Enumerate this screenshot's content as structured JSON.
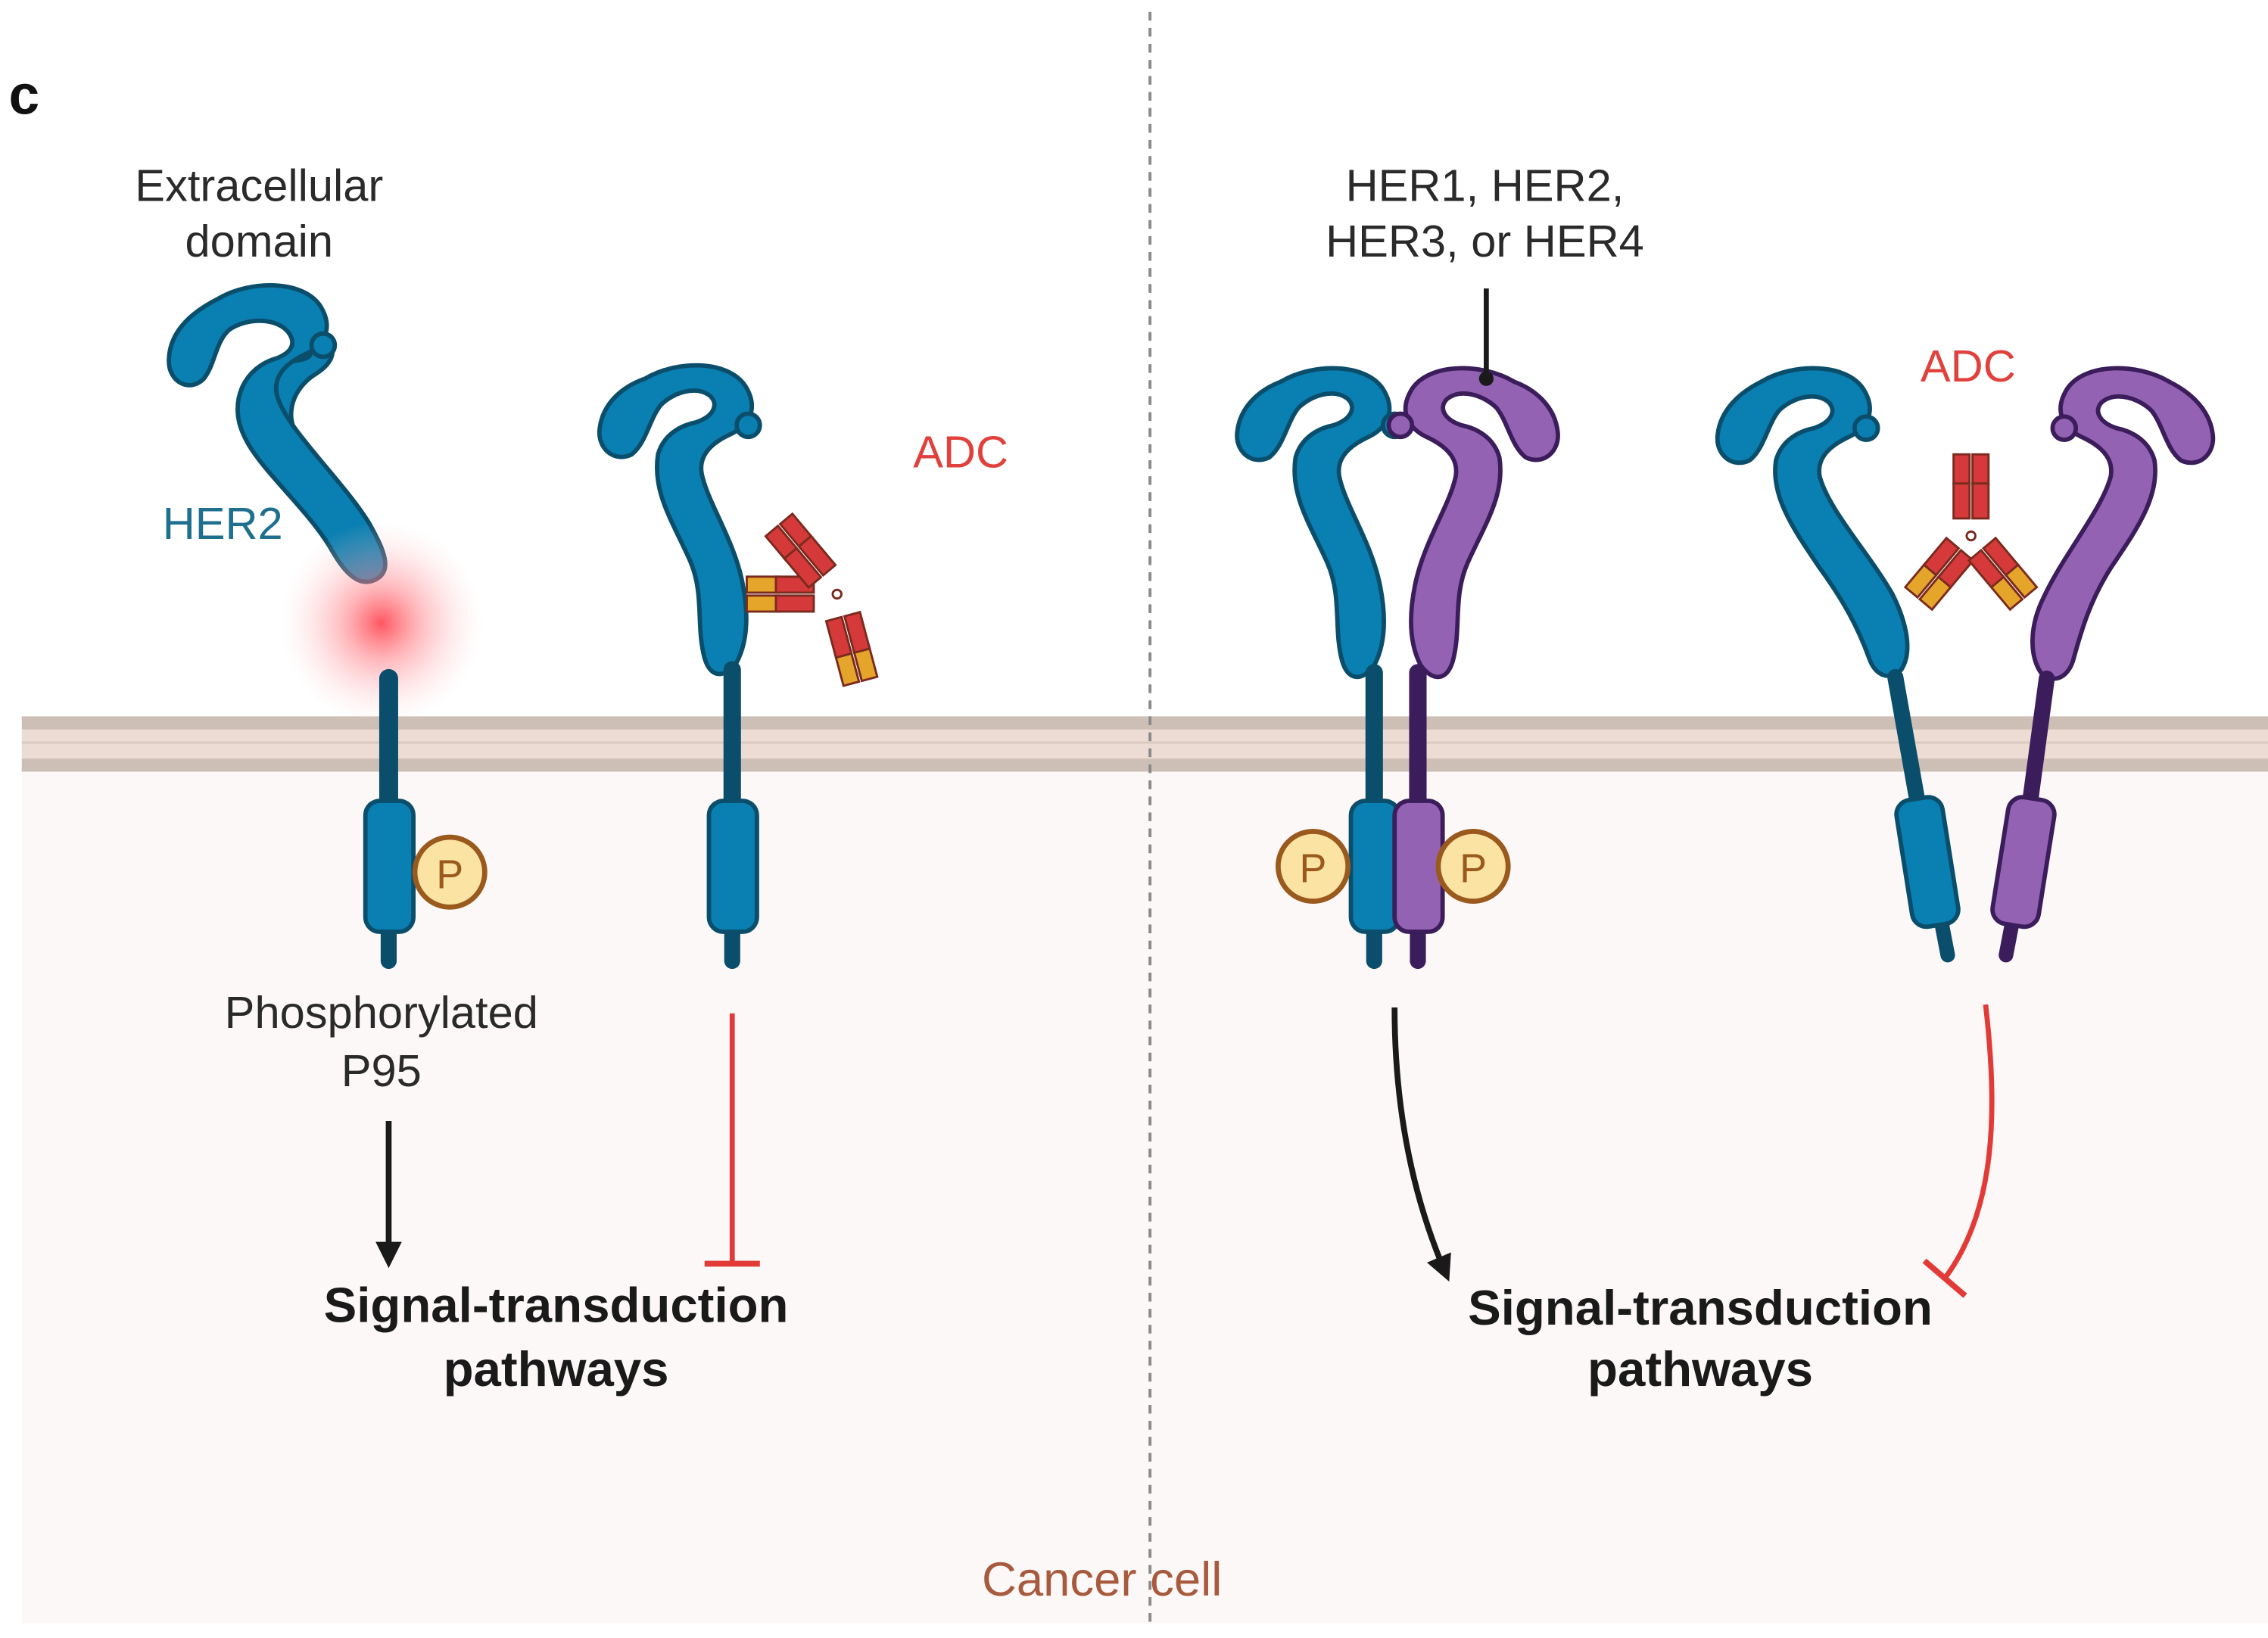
{
  "panel_label": "c",
  "labels": {
    "extracellular_line1": "Extracellular",
    "extracellular_line2": "domain",
    "her2": "HER2",
    "adc_left": "ADC",
    "adc_right": "ADC",
    "her_family_line1": "HER1, HER2,",
    "her_family_line2": "HER3, or HER4",
    "phospho_line1": "Phosphorylated",
    "phospho_line2": "P95",
    "p_symbol": "P",
    "signal_left_line1": "Signal-transduction",
    "signal_left_line2": "pathways",
    "signal_right_line1": "Signal-transduction",
    "signal_right_line2": "pathways",
    "cancer_cell": "Cancer cell"
  },
  "colors": {
    "her2_blue": "#0a7fb1",
    "her2_dark": "#0b4e6b",
    "partner_purple": "#9462b2",
    "partner_dark": "#3b1d5c",
    "membrane": "#cdbfb5",
    "membrane_inner": "#ecdcd3",
    "cytoplasm": "#fcf8f7",
    "inhibit_red": "#e23a36",
    "her2_label": "#1f6f8f",
    "adc_label": "#e0413c",
    "cancer_cell_label": "#a85a3e",
    "p_fill": "#fbe3a3",
    "p_stroke": "#9a5a1e",
    "antibody_red": "#d5393a",
    "antibody_yellow": "#e5a52a"
  }
}
